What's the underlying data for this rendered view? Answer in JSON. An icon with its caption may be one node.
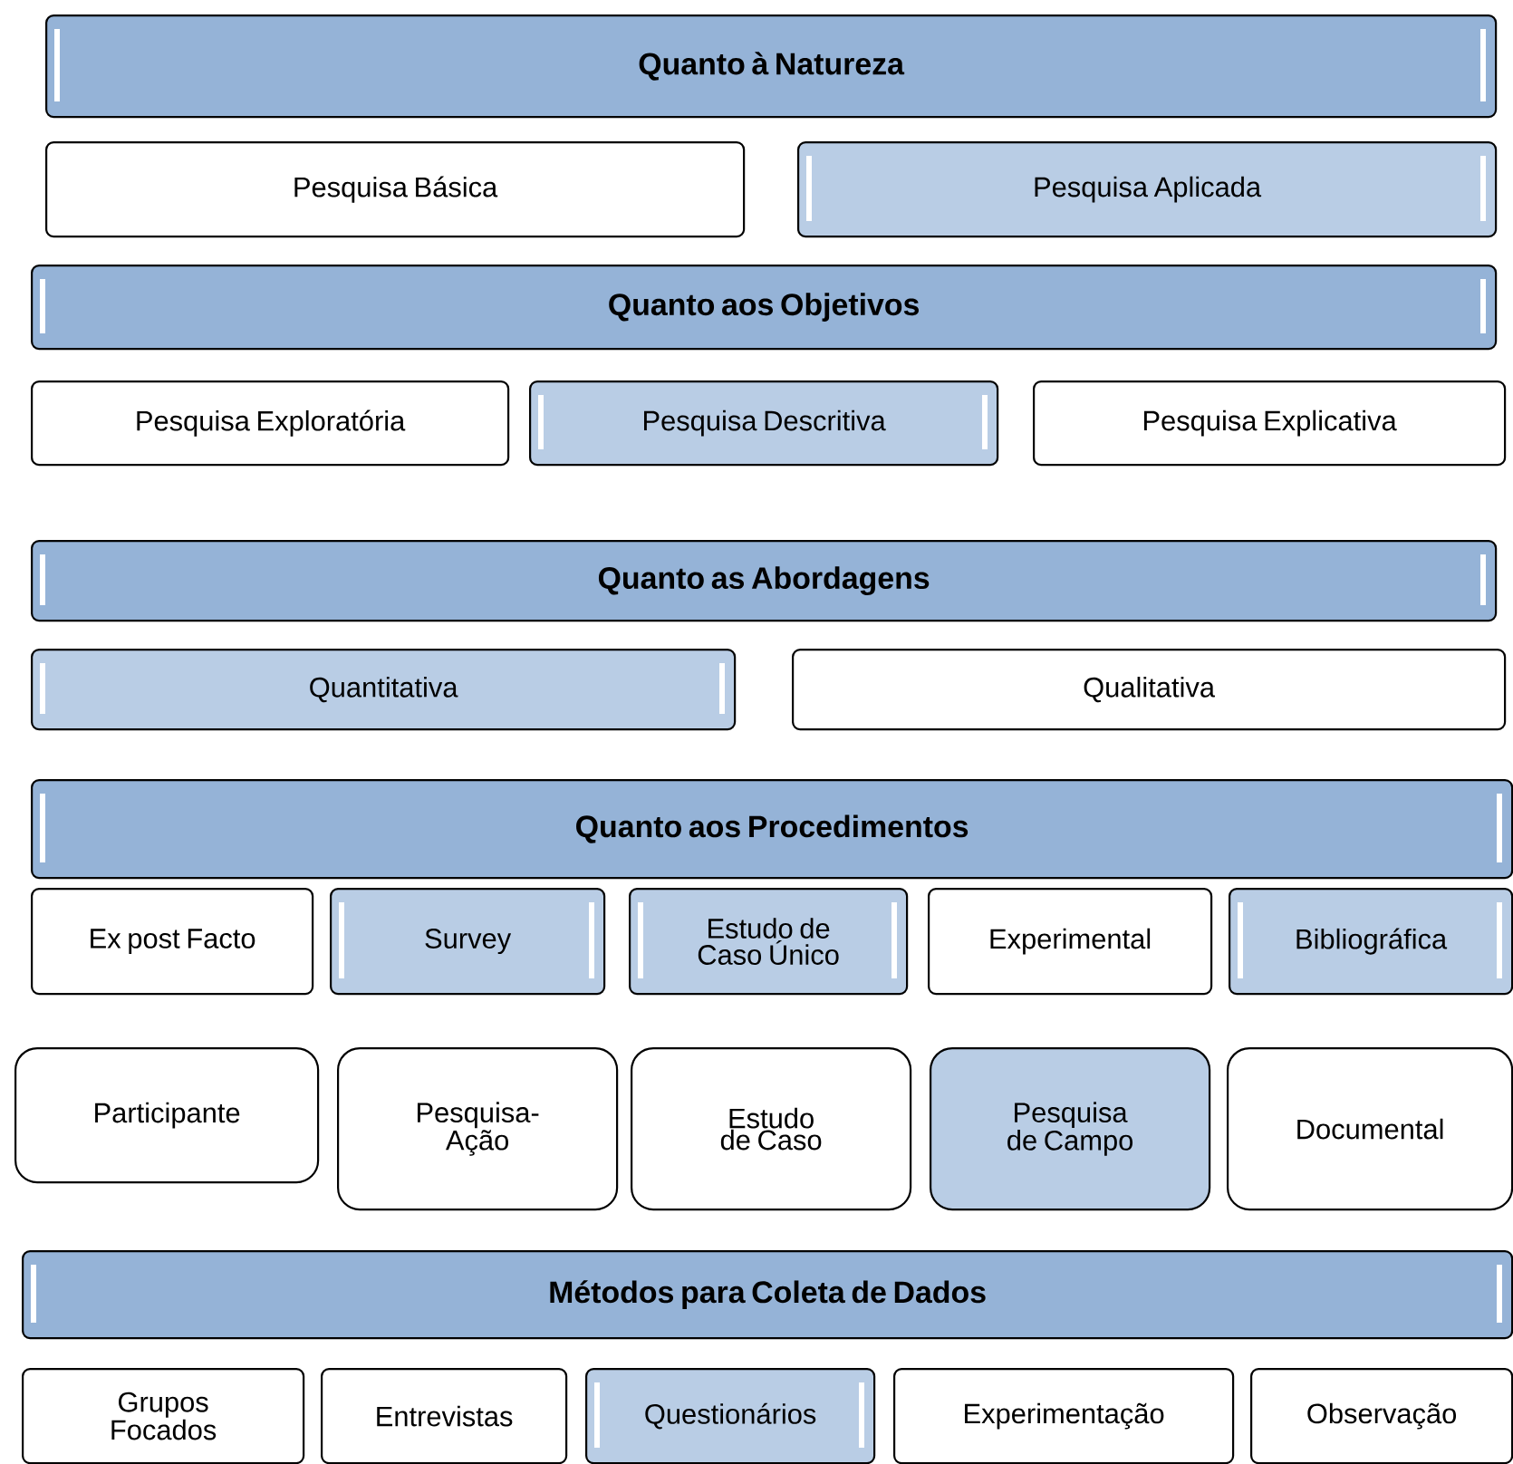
{
  "diagram": {
    "nodes": [
      {
        "text": [
          "Quanto à Natureza"
        ]
      },
      {
        "text": [
          "Pesquisa Básica"
        ]
      },
      {
        "text": [
          "Pesquisa Aplicada"
        ]
      },
      {
        "text": [
          "Quanto aos Objetivos"
        ]
      },
      {
        "text": [
          "Pesquisa Exploratória"
        ]
      },
      {
        "text": [
          "Pesquisa Descritiva"
        ]
      },
      {
        "text": [
          "Pesquisa Explicativa"
        ]
      },
      {
        "text": [
          "Quanto as Abordagens"
        ]
      },
      {
        "text": [
          "Quantitativa"
        ]
      },
      {
        "text": [
          "Qualitativa"
        ]
      },
      {
        "text": [
          "Quanto aos Procedimentos"
        ]
      },
      {
        "text": [
          "Ex post Facto"
        ]
      },
      {
        "text": [
          "Survey"
        ]
      },
      {
        "text": [
          "Estudo de Caso Único"
        ]
      },
      {
        "text": [
          "Experimental"
        ]
      },
      {
        "text": [
          "Bibliográfica"
        ]
      },
      {
        "text": [
          "Participante"
        ]
      },
      {
        "text": [
          "Pesquisa-Ação"
        ]
      },
      {
        "text": [
          "Estudo de Caso"
        ]
      },
      {
        "text": [
          "Pesquisa de Campo"
        ]
      },
      {
        "text": [
          "Documental"
        ]
      },
      {
        "text": [
          "Métodos para Coleta de Dados"
        ]
      },
      {
        "text": [
          "Grupos Focados"
        ]
      },
      {
        "text": [
          "Entrevistas"
        ]
      },
      {
        "text": [
          "Questionários"
        ]
      },
      {
        "text": [
          "Experimentação"
        ]
      },
      {
        "text": [
          "Observação"
        ]
      }
    ]
  }
}
